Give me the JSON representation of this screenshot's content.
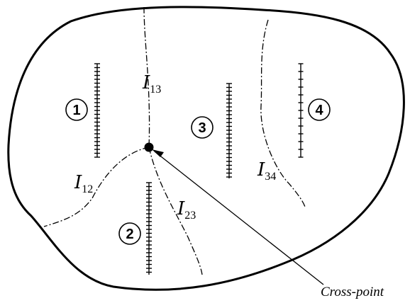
{
  "regions": [
    {
      "id": "1"
    },
    {
      "id": "2"
    },
    {
      "id": "3"
    },
    {
      "id": "4"
    }
  ],
  "interfaces": [
    {
      "letter": "I",
      "sub": "13"
    },
    {
      "letter": "I",
      "sub": "12"
    },
    {
      "letter": "I",
      "sub": "23"
    },
    {
      "letter": "I",
      "sub": "34"
    }
  ],
  "crosspoint_label": "Cross-point"
}
